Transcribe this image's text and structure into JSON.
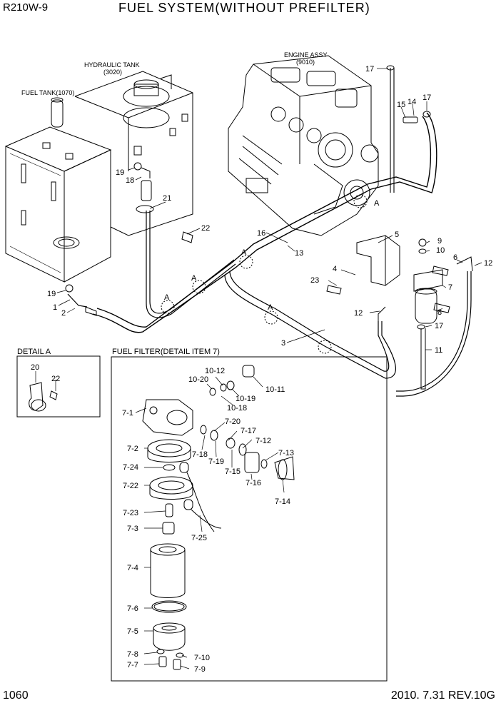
{
  "header": {
    "model": "R210W-9",
    "title": "FUEL SYSTEM(WITHOUT PREFILTER)"
  },
  "footer": {
    "page": "1060",
    "revision": "2010. 7.31  REV.10G"
  },
  "labels": {
    "fuel_tank": "FUEL TANK(1070)",
    "hydraulic_tank": "HYDRAULIC TANK",
    "hydraulic_tank_no": "(3020)",
    "engine_assy": "ENGINE ASSY",
    "engine_assy_no": "(9010)",
    "detail_a": "DETAIL  A",
    "fuel_filter": "FUEL FILTER(DETAIL ITEM 7)"
  },
  "callouts": {
    "main": [
      "17",
      "15",
      "14",
      "17",
      "A",
      "16",
      "13",
      "A",
      "A",
      "A",
      "A",
      "22",
      "21",
      "19",
      "18",
      "19",
      "1",
      "2",
      "3",
      "5",
      "9",
      "10",
      "4",
      "6",
      "12",
      "23",
      "7",
      "12",
      "8",
      "17",
      "11"
    ],
    "detail_a": [
      "20",
      "22"
    ],
    "filter": [
      "10-12",
      "10-20",
      "10-19",
      "10-11",
      "10-18",
      "7-1",
      "7-20",
      "7-17",
      "7-12",
      "7-18",
      "7-19",
      "7-13",
      "7-15",
      "7-2",
      "7-16",
      "7-24",
      "7-14",
      "7-22",
      "7-23",
      "7-3",
      "7-25",
      "7-4",
      "7-6",
      "7-5",
      "7-8",
      "7-7",
      "7-10",
      "7-9"
    ]
  }
}
